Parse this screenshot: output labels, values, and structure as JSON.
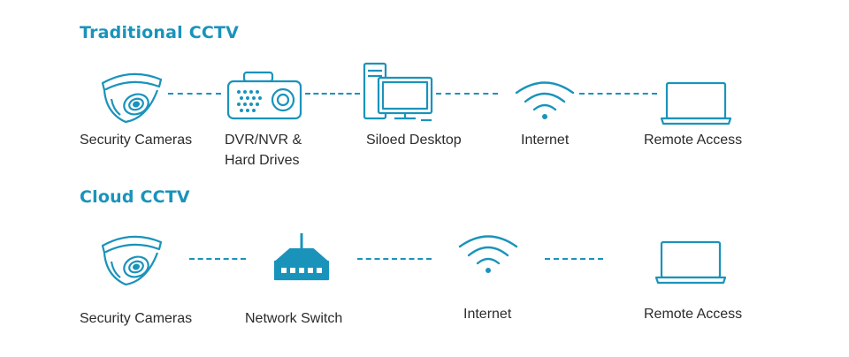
{
  "colors": {
    "accent": "#1a93bb",
    "text": "#2b2b2b"
  },
  "traditional": {
    "title": "Traditional CCTV",
    "nodes": [
      {
        "icon": "dome-camera-icon",
        "label": "Security Cameras"
      },
      {
        "icon": "dvr-recorder-icon",
        "label_line1": "DVR/NVR &",
        "label_line2": "Hard Drives"
      },
      {
        "icon": "desktop-computer-icon",
        "label": "Siloed Desktop"
      },
      {
        "icon": "wifi-icon",
        "label": "Internet"
      },
      {
        "icon": "laptop-icon",
        "label": "Remote Access"
      }
    ]
  },
  "cloud": {
    "title": "Cloud CCTV",
    "nodes": [
      {
        "icon": "dome-camera-icon",
        "label": "Security Cameras"
      },
      {
        "icon": "network-switch-icon",
        "label": "Network Switch"
      },
      {
        "icon": "wifi-icon",
        "label": "Internet"
      },
      {
        "icon": "laptop-icon",
        "label": "Remote Access"
      }
    ]
  }
}
